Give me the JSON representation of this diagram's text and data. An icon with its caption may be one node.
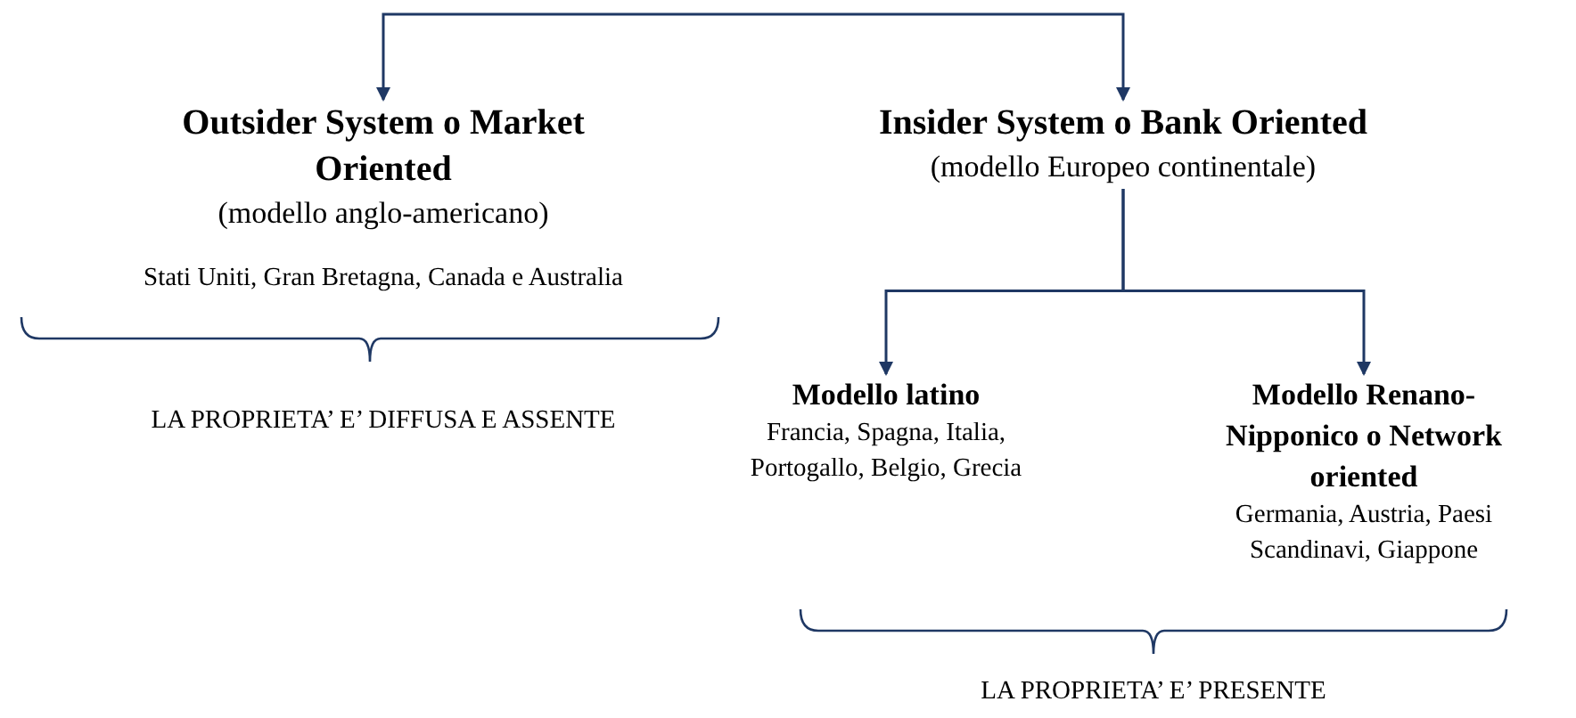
{
  "diagram": {
    "nodes": [
      {
        "text": [
          "Outsider System o Market Oriented",
          "(modello anglo-americano)"
        ]
      },
      {
        "text": [
          "Insider System o Bank Oriented",
          "(modello Europeo continentale)"
        ]
      },
      {
        "text": [
          "Modello latino",
          "Francia, Spagna, Italia, Portogallo, Belgio, Grecia"
        ]
      },
      {
        "text": [
          "Modello Renano-Nipponico o Network oriented",
          "Germania, Austria, Paesi Scandinavi, Giappone"
        ]
      }
    ],
    "edges": [
      {
        "from": 0,
        "to": 1,
        "arrow": "both"
      },
      {
        "from": 1,
        "to": 2,
        "arrow": "to"
      },
      {
        "from": 1,
        "to": 3,
        "arrow": "to"
      }
    ],
    "labels": [
      "Stati Uniti, Gran Bretagna, Canada e Australia",
      "LA PROPRIETA’ E’ DIFFUSA E ASSENTE",
      "LA PROPRIETA’ E’ PRESENTE"
    ]
  }
}
